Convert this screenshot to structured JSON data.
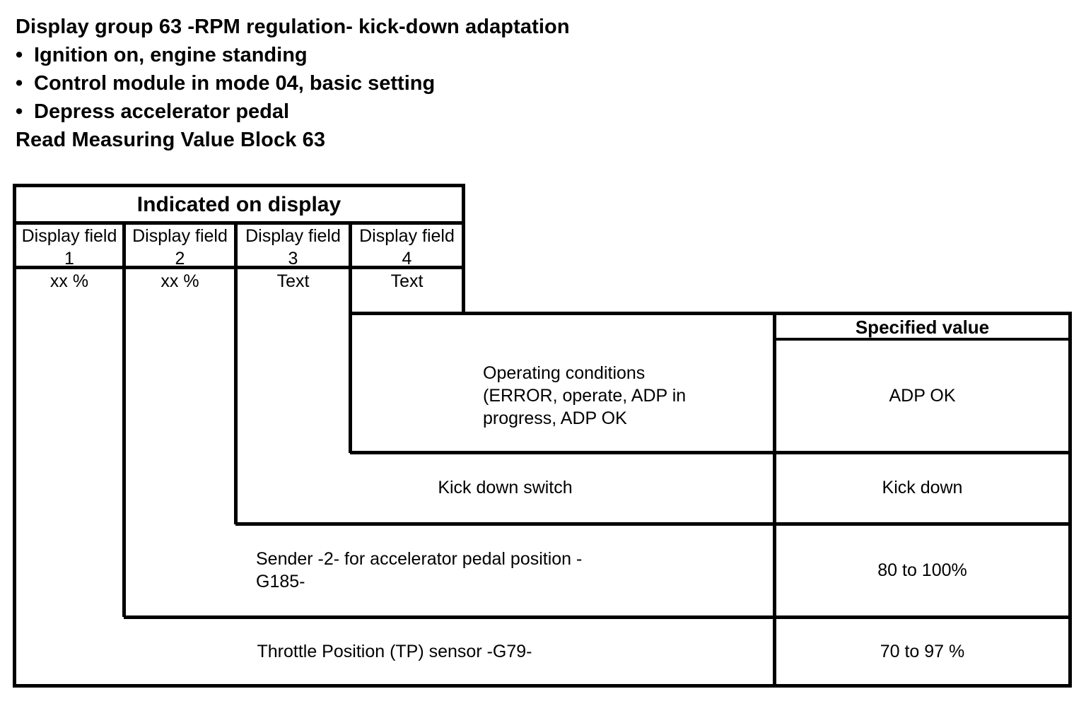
{
  "heading": {
    "title": "Display group 63 -RPM regulation- kick-down adaptation",
    "bullet_marker": "•",
    "bullets": [
      "Ignition on, engine standing",
      "Control module in mode 04, basic setting",
      "Depress accelerator pedal"
    ],
    "footer": "Read Measuring Value Block 63"
  },
  "table": {
    "indicated_header": "Indicated on display",
    "specified_header": "Specified value",
    "display_fields": [
      {
        "label": "Display field",
        "number": "1",
        "value": "xx %"
      },
      {
        "label": "Display field",
        "number": "2",
        "value": "xx %"
      },
      {
        "label": "Display field",
        "number": "3",
        "value": "Text"
      },
      {
        "label": "Display field",
        "number": "4",
        "value": "Text"
      }
    ],
    "rows": [
      {
        "description_lines": [
          "Operating conditions",
          "(ERROR, operate, ADP in",
          "progress, ADP OK"
        ],
        "specified_value": "ADP OK"
      },
      {
        "description_lines": [
          "Kick down switch"
        ],
        "specified_value": "Kick down"
      },
      {
        "description_lines": [
          "Sender -2- for accelerator pedal position -",
          "G185-"
        ],
        "specified_value": "80 to 100%"
      },
      {
        "description_lines": [
          "Throttle Position (TP) sensor -G79-"
        ],
        "specified_value": "70 to 97 %"
      }
    ]
  },
  "colors": {
    "ink": "#000000",
    "paper": "#ffffff"
  }
}
